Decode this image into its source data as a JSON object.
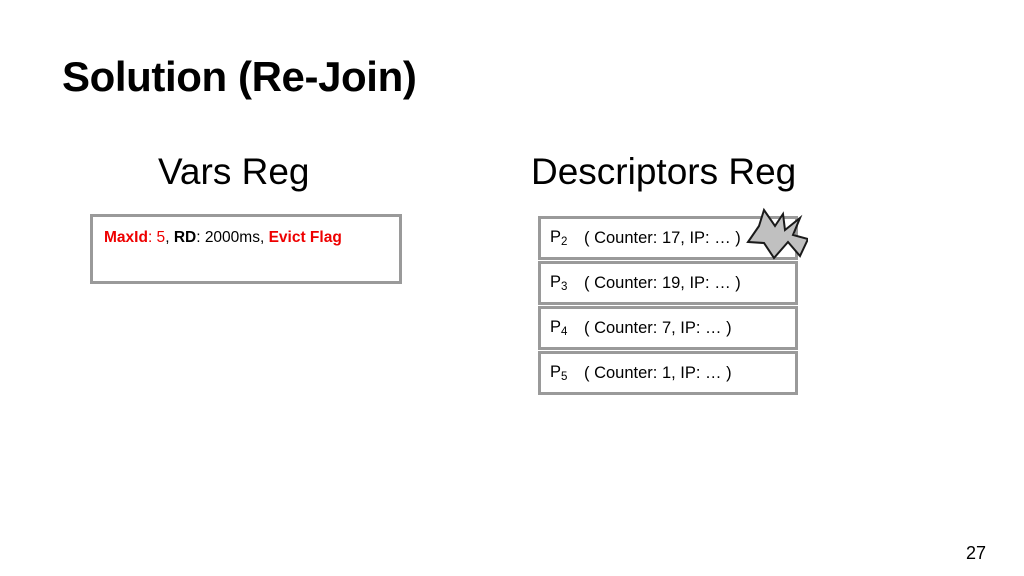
{
  "slide": {
    "title": "Solution (Re-Join)",
    "page_number": "27",
    "background_color": "#ffffff",
    "accent_red": "#ee0000",
    "border_gray": "#9a9a9a"
  },
  "vars_reg": {
    "heading": "Vars Reg",
    "fields": {
      "maxid_key": "MaxId",
      "colon1": ":",
      "maxid_value": " 5",
      "comma1": ",",
      "rd_key": "RD",
      "rd_value": ": 2000ms,",
      "evict_flag": "Evict Flag"
    }
  },
  "descriptors_reg": {
    "heading": "Descriptors Reg",
    "rows": [
      {
        "id": "P",
        "index": "2",
        "text": "( Counter: 17, IP: … )"
      },
      {
        "id": "P",
        "index": "3",
        "text": "( Counter: 19, IP: … )"
      },
      {
        "id": "P",
        "index": "4",
        "text": "( Counter: 7, IP: … )"
      },
      {
        "id": "P",
        "index": "5",
        "text": "( Counter: 1, IP: … )"
      }
    ]
  },
  "annotation": {
    "marker_icon": "zigzag-arrow-icon",
    "marker_fill": "#c0c0c0",
    "marker_stroke": "#1a1a1a",
    "points_at_row": "1"
  }
}
